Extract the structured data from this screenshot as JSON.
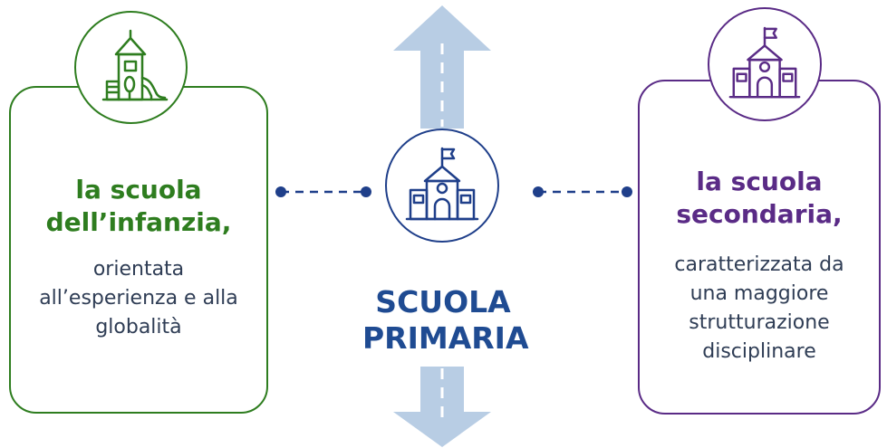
{
  "left_card": {
    "title_lines": [
      "la scuola",
      "dell’infanzia,"
    ],
    "desc_lines": [
      "orientata",
      "all’esperienza e alla",
      "globalità"
    ],
    "color": "#2e7d1f"
  },
  "center": {
    "label_lines": [
      "SCUOLA",
      "PRIMARIA"
    ],
    "color": "#1f4b92"
  },
  "right_card": {
    "title_lines": [
      "la scuola",
      "secondaria,"
    ],
    "desc_lines": [
      "caratterizzata da",
      "una maggiore",
      "strutturazione",
      "disciplinare"
    ],
    "color": "#5a2b86"
  },
  "icons": {
    "left": "playground-house-icon",
    "center": "school-building-icon",
    "right": "school-building-icon"
  },
  "arrow_color": "#b8cde4"
}
